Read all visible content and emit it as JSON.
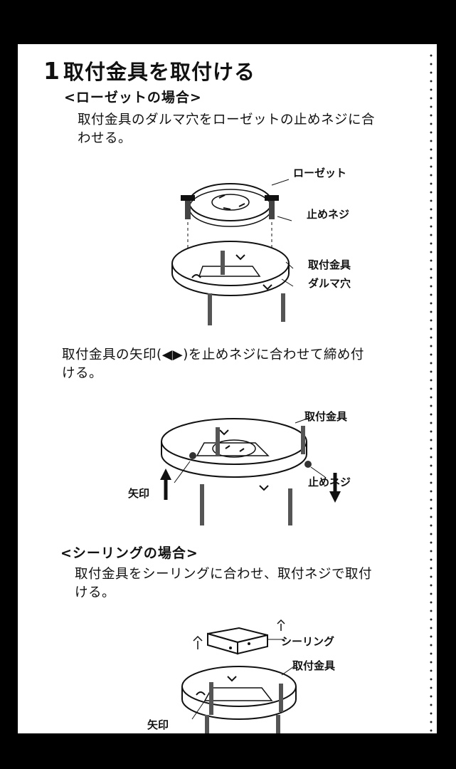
{
  "section": {
    "number": "1",
    "title": "取付金具を取付ける"
  },
  "rosette": {
    "heading": "<ローゼットの場合>",
    "text_line1": "取付金具のダルマ穴をローゼットの止めネジに合",
    "text_line2": "わせる。",
    "labels": {
      "rosette": "ローゼット",
      "stop_screw": "止めネジ",
      "bracket": "取付金具",
      "keyhole": "ダルマ穴"
    }
  },
  "arrow_step": {
    "text_line1": "取付金具の矢印(◀▶)を止めネジに合わせて締め付",
    "text_line2": "ける。",
    "labels": {
      "bracket": "取付金具",
      "stop_screw": "止めネジ",
      "arrow_mark": "矢印"
    }
  },
  "ceiling": {
    "heading": "<シーリングの場合>",
    "text_line1": "取付金具をシーリングに合わせ、取付ネジで取付",
    "text_line2": "ける。",
    "labels": {
      "ceiling": "シーリング",
      "bracket": "取付金具",
      "arrow_mark": "矢印"
    }
  },
  "colors": {
    "frame": "#000000",
    "paper": "#ffffff",
    "ink": "#111111"
  }
}
